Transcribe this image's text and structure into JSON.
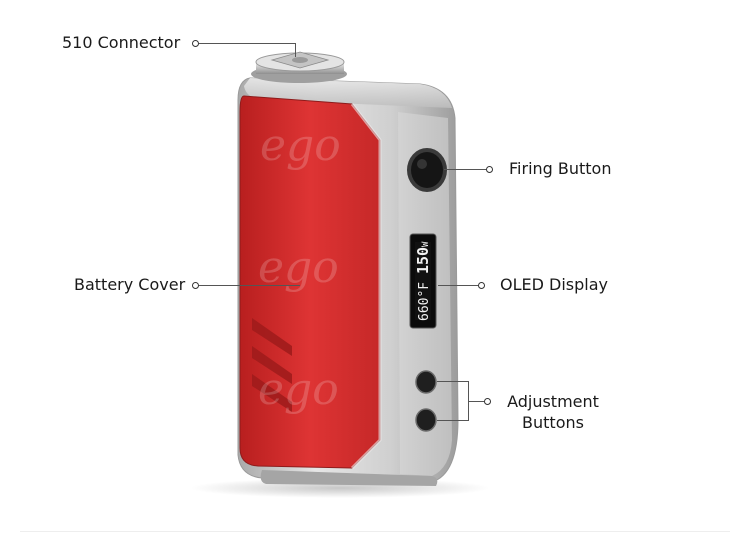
{
  "labels": {
    "connector": "510 Connector",
    "firing": "Firing Button",
    "battery": "Battery Cover",
    "oled": "OLED Display",
    "adjust_line1": "Adjustment",
    "adjust_line2": "Buttons"
  },
  "screen": {
    "temp": "660°F",
    "watts": "150",
    "watts_unit": "W"
  },
  "colors": {
    "body_red": "#d42b2b",
    "frame_silver": "#c9c9c9",
    "text": "#1a1a1a"
  }
}
